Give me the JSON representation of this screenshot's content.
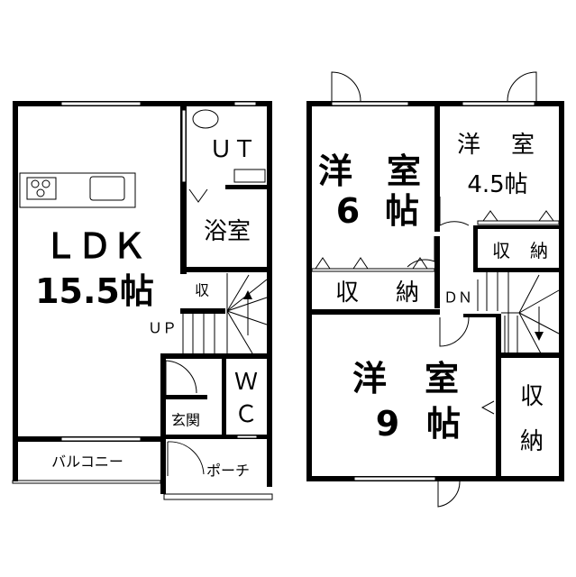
{
  "floor1": {
    "ldk": {
      "name": "ＬＤＫ",
      "size": "15.5帖"
    },
    "utility": {
      "name": "ＵＴ"
    },
    "bath": {
      "name": "浴室"
    },
    "storage": {
      "name": "収"
    },
    "stairs": {
      "label": "ＵＰ"
    },
    "toilet": {
      "line1": "Ｗ",
      "line2": "Ｃ"
    },
    "entrance": {
      "name": "玄関"
    },
    "balcony": {
      "name": "バルコニー"
    },
    "porch": {
      "name": "ポーチ"
    }
  },
  "floor2": {
    "room6": {
      "char1": "洋",
      "char2": "室",
      "num": "6",
      "unit": "帖"
    },
    "room45": {
      "char1": "洋",
      "char2": "室",
      "size": "4.5帖"
    },
    "room45_storage": {
      "char1": "収",
      "char2": "納"
    },
    "room6_storage": {
      "char1": "収",
      "char2": "納"
    },
    "stairs": {
      "label": "ＤＮ"
    },
    "room9": {
      "char1": "洋",
      "char2": "室",
      "num": "9",
      "unit": "帖"
    },
    "room9_storage": {
      "char1": "収",
      "char2": "納"
    }
  }
}
